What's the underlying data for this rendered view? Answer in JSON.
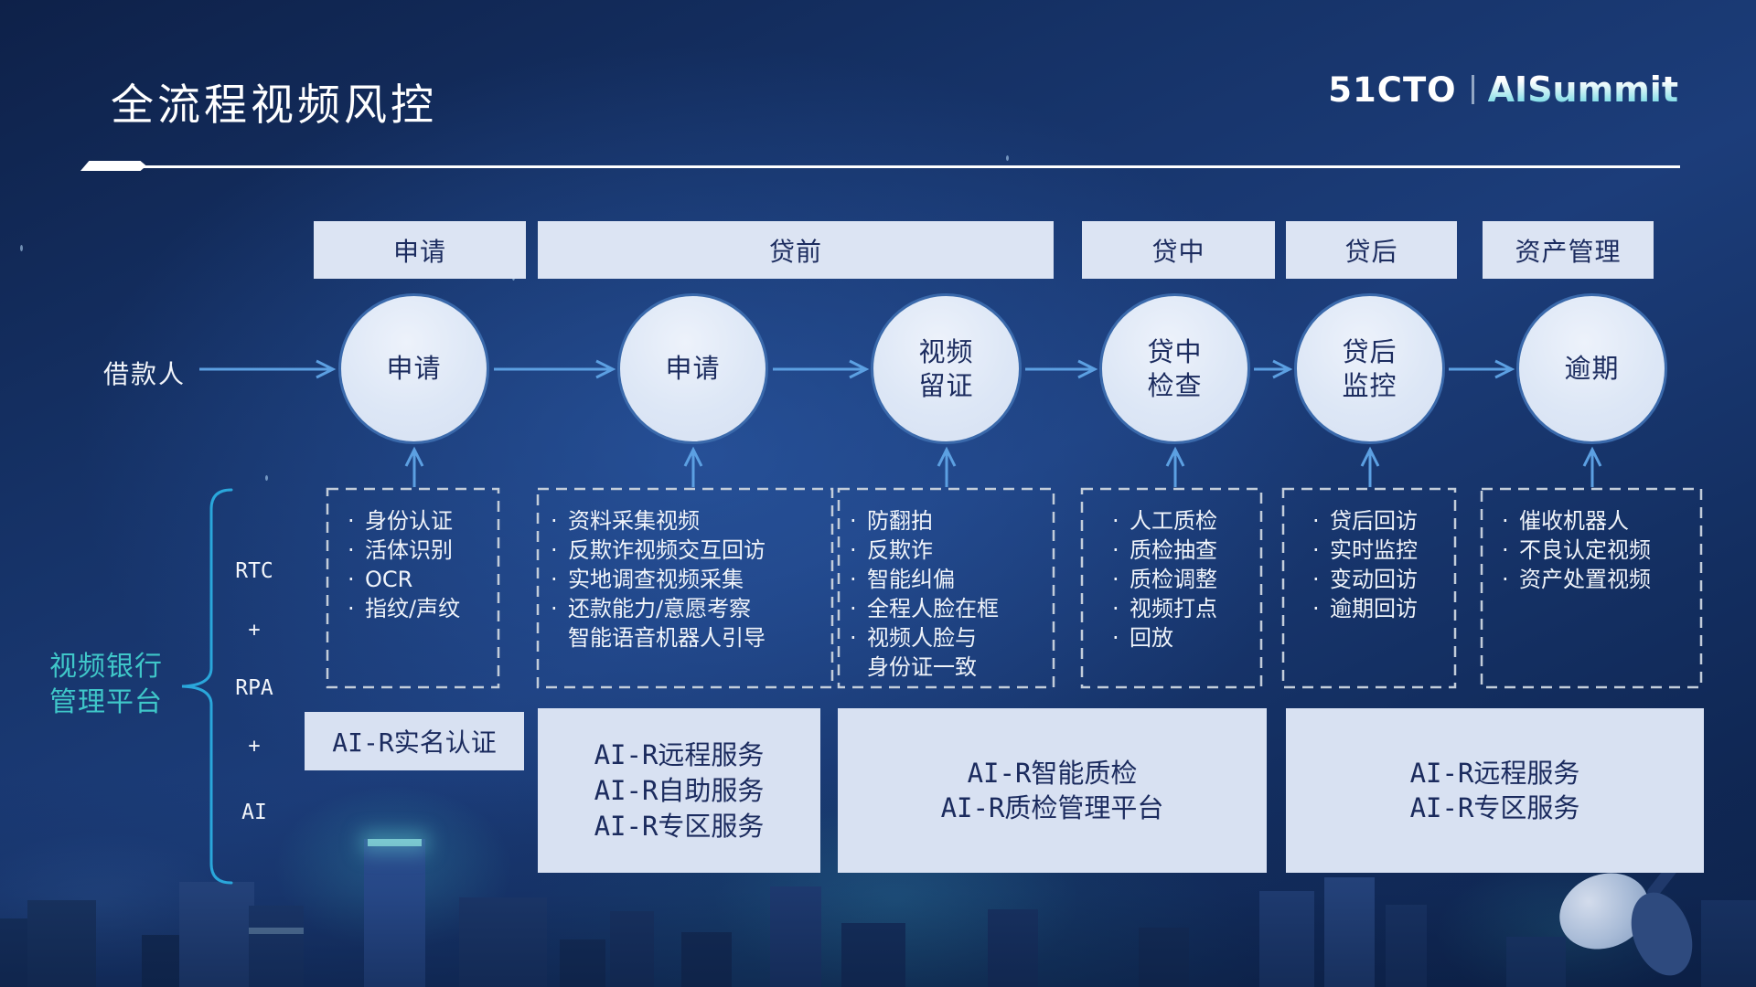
{
  "title": "全流程视频风控",
  "logo": {
    "brand": "51CTO",
    "event": "AISummit"
  },
  "actor": "借款人",
  "stages": [
    {
      "label": "申请"
    },
    {
      "label": "贷前"
    },
    {
      "label": "贷中"
    },
    {
      "label": "贷后"
    },
    {
      "label": "资产管理"
    }
  ],
  "nodes": [
    {
      "lines": [
        "申请"
      ]
    },
    {
      "lines": [
        "申请"
      ]
    },
    {
      "lines": [
        "视频",
        "留证"
      ]
    },
    {
      "lines": [
        "贷中",
        "检查"
      ]
    },
    {
      "lines": [
        "贷后",
        "监控"
      ]
    },
    {
      "lines": [
        "逾期"
      ]
    }
  ],
  "detail_boxes": [
    {
      "items": [
        {
          "bullet": "·",
          "text": "身份认证"
        },
        {
          "bullet": "·",
          "text": "活体识别"
        },
        {
          "bullet": "·",
          "text": "OCR"
        },
        {
          "bullet": "·",
          "text": "指纹/声纹"
        }
      ]
    },
    {
      "items": [
        {
          "bullet": "·",
          "text": "资料采集视频"
        },
        {
          "bullet": "·",
          "text": "反欺诈视频交互回访"
        },
        {
          "bullet": "·",
          "text": "实地调查视频采集"
        },
        {
          "bullet": "·",
          "text": "还款能力/意愿考察"
        },
        {
          "bullet": "",
          "text": "智能语音机器人引导"
        }
      ]
    },
    {
      "items": [
        {
          "bullet": "·",
          "text": "防翻拍"
        },
        {
          "bullet": "·",
          "text": "反欺诈"
        },
        {
          "bullet": "·",
          "text": "智能纠偏"
        },
        {
          "bullet": "·",
          "text": "全程人脸在框"
        },
        {
          "bullet": "·",
          "text": "视频人脸与"
        },
        {
          "bullet": "",
          "text": "身份证一致"
        }
      ]
    },
    {
      "items": [
        {
          "bullet": "·",
          "text": "人工质检"
        },
        {
          "bullet": "·",
          "text": "质检抽查"
        },
        {
          "bullet": "·",
          "text": "质检调整"
        },
        {
          "bullet": "·",
          "text": "视频打点"
        },
        {
          "bullet": "·",
          "text": "回放"
        }
      ]
    },
    {
      "items": [
        {
          "bullet": "·",
          "text": "贷后回访"
        },
        {
          "bullet": "·",
          "text": "实时监控"
        },
        {
          "bullet": "·",
          "text": "变动回访"
        },
        {
          "bullet": "·",
          "text": "逾期回访"
        }
      ]
    },
    {
      "items": [
        {
          "bullet": "·",
          "text": "催收机器人"
        },
        {
          "bullet": "·",
          "text": "不良认定视频"
        },
        {
          "bullet": "·",
          "text": "资产处置视频"
        }
      ]
    }
  ],
  "platform_boxes": [
    {
      "lines": [
        "AI-R实名认证"
      ]
    },
    {
      "lines": [
        "AI-R远程服务",
        "AI-R自助服务",
        "AI-R专区服务"
      ]
    },
    {
      "lines": [
        "AI-R智能质检",
        "AI-R质检管理平台"
      ]
    },
    {
      "lines": [
        "AI-R远程服务",
        "AI-R专区服务"
      ]
    }
  ],
  "left_rail": {
    "label_lines": [
      "视频银行",
      "管理平台"
    ],
    "stack": [
      "RTC",
      "+",
      "RPA",
      "+",
      "AI"
    ]
  },
  "colors": {
    "accent_teal": "#3fc7c9",
    "brace_blue": "#2aa7db",
    "arrow_blue": "#5ca0e2",
    "box_fill": "#dce4f3",
    "dark_text": "#1c2c5f"
  }
}
